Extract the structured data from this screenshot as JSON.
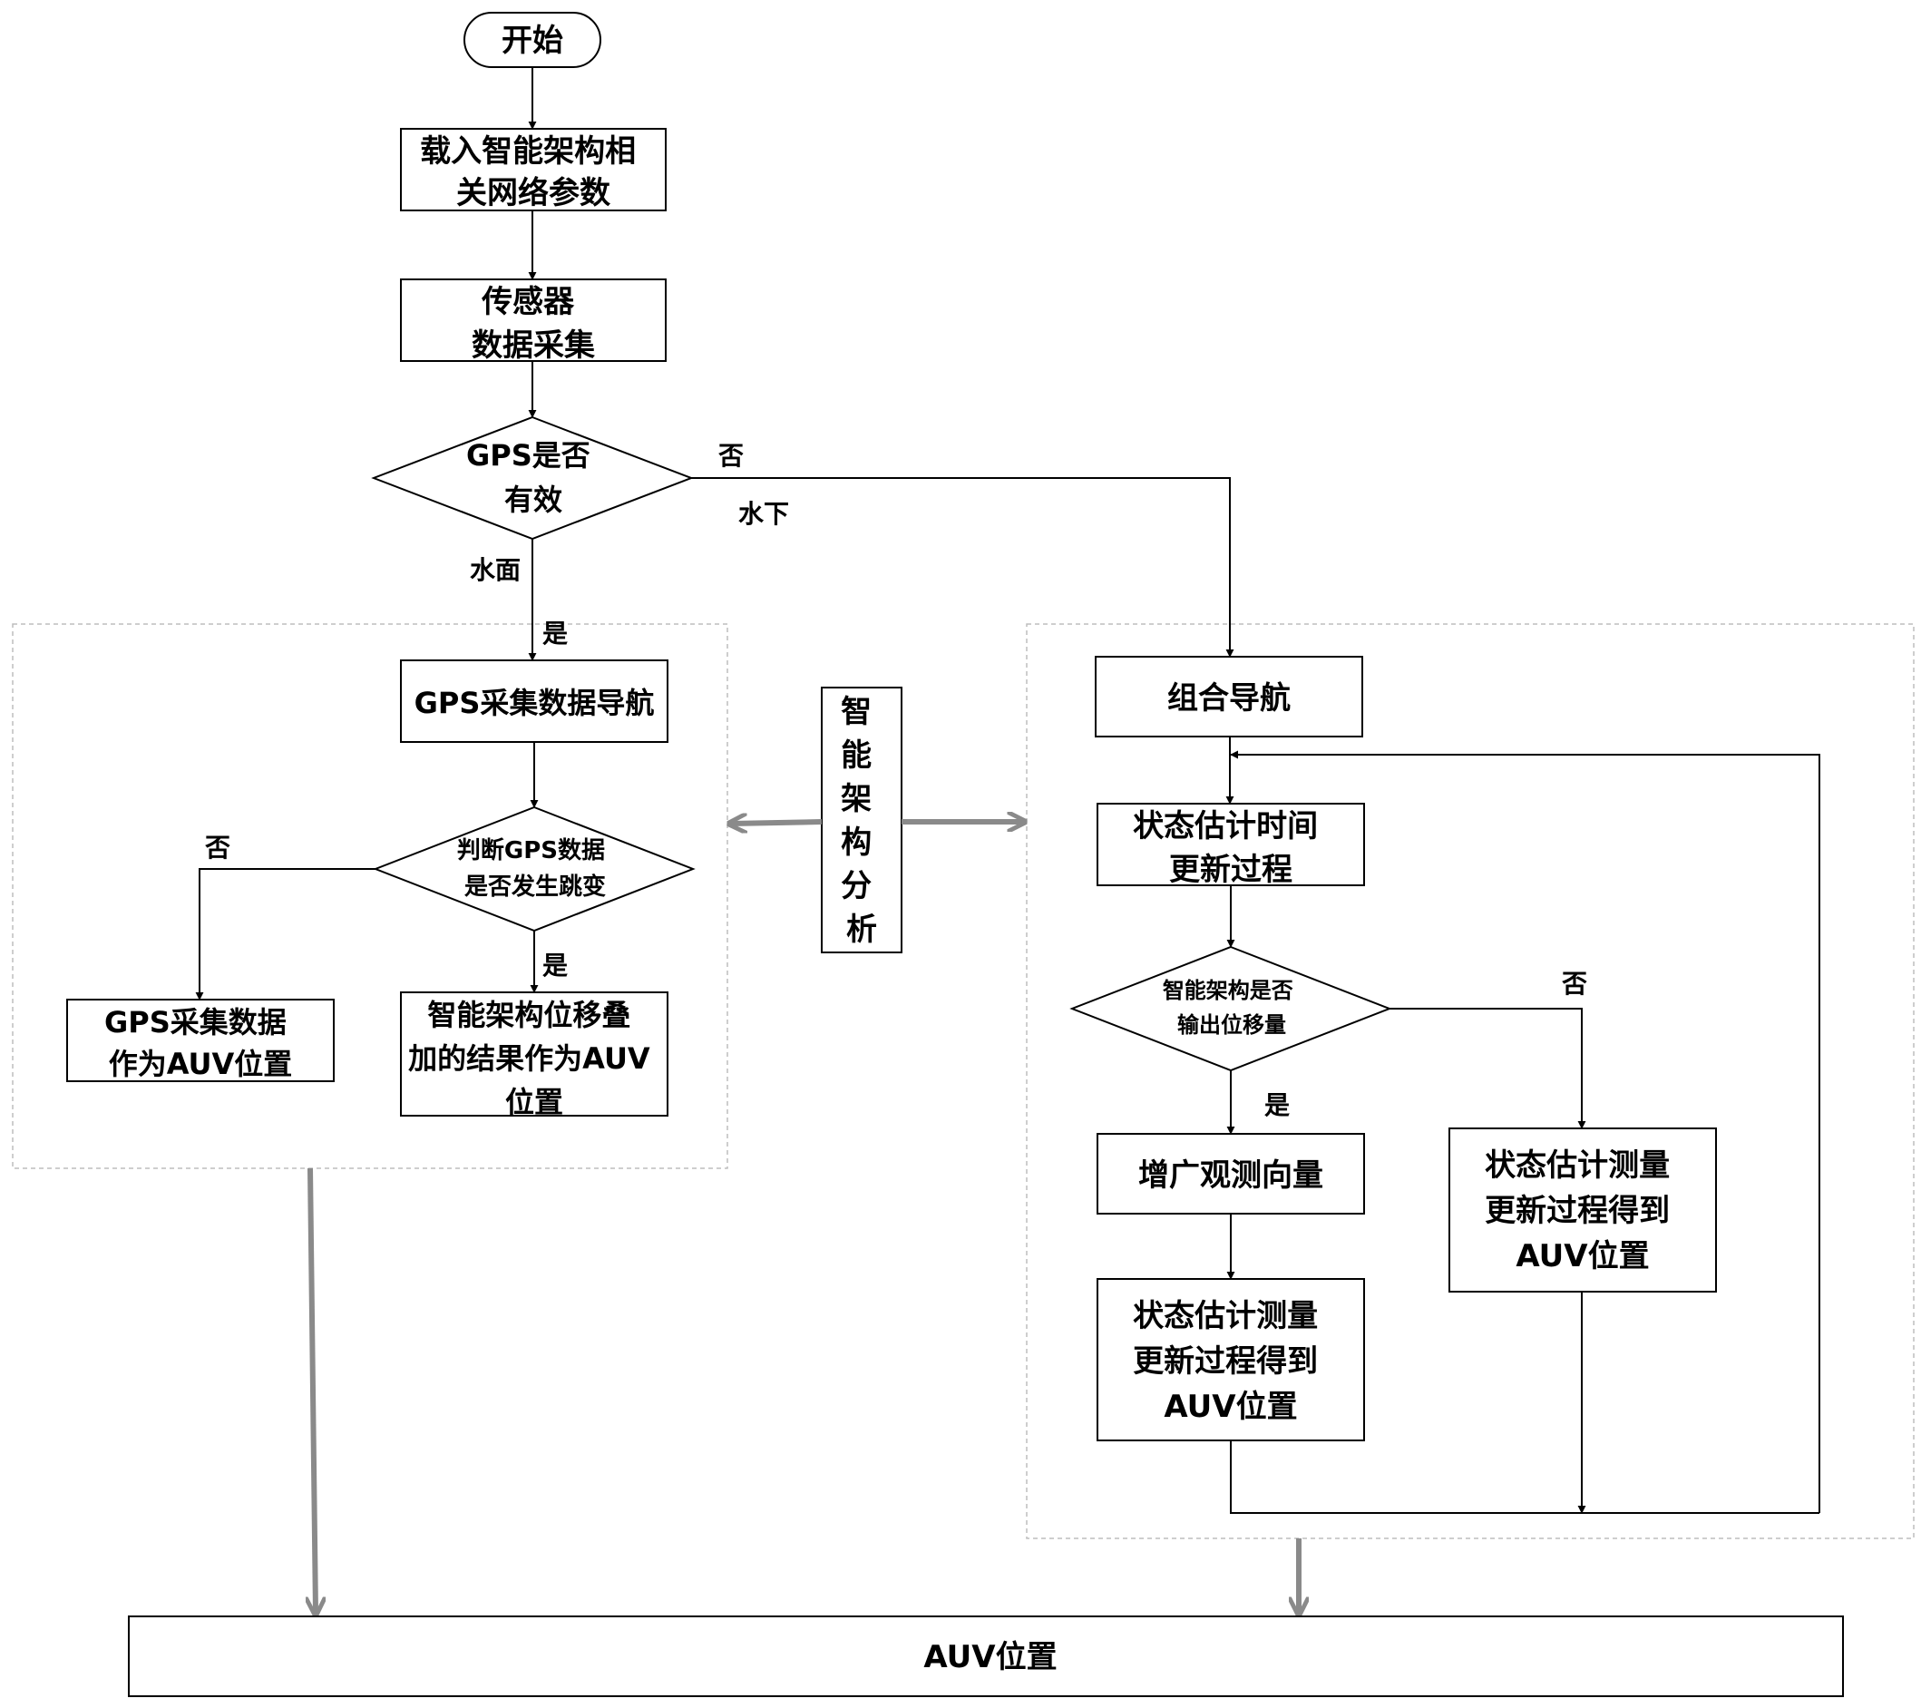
{
  "nodes": {
    "start": "开始",
    "load_params": [
      "载入智能架构相",
      "关网络参数"
    ],
    "sensor": [
      "传感器",
      "数据采集"
    ],
    "gps_valid": [
      "GPS是否",
      "有效"
    ],
    "gps_nav": "GPS采集数据导航",
    "gps_jump": [
      "判断GPS数据",
      "是否发生跳变"
    ],
    "gps_as_auv": [
      "GPS采集数据",
      "作为AUV位置"
    ],
    "smart_disp": [
      "智能架构位移叠",
      "加的结果作为AUV",
      "位置"
    ],
    "smart_analysis": [
      "智",
      "能",
      "架",
      "构",
      "分",
      "析"
    ],
    "combined_nav": "组合导航",
    "state_time": [
      "状态估计时间",
      "更新过程"
    ],
    "smart_output": [
      "智能架构是否",
      "输出位移量"
    ],
    "augment": "增广观测向量",
    "meas_left": [
      "状态估计测量",
      "更新过程得到",
      "AUV位置"
    ],
    "meas_right": [
      "状态估计测量",
      "更新过程得到",
      "AUV位置"
    ],
    "auv_position": "AUV位置"
  },
  "edge_labels": {
    "gps_no": "否",
    "underwater": "水下",
    "surface": "水面",
    "gps_yes": "是",
    "jump_no": "否",
    "jump_yes": "是",
    "output_no": "否",
    "output_yes": "是"
  },
  "colors": {
    "line": "#000000",
    "thick_arrow": "#8a8a8a",
    "dashed_border": "#bdbdbd"
  }
}
